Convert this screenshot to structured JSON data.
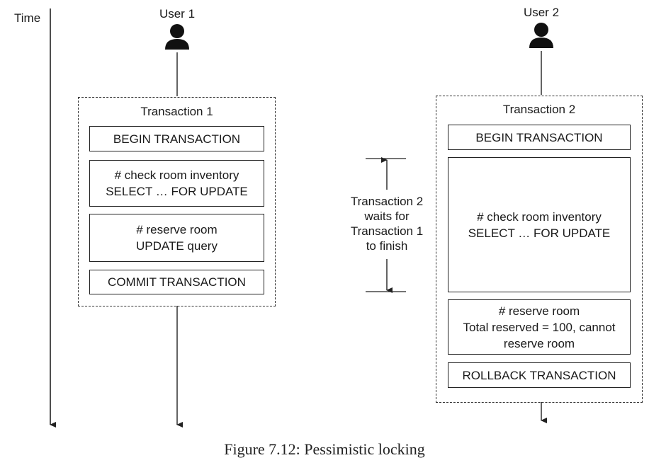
{
  "time_label": "Time",
  "user1": {
    "label": "User 1",
    "icon": "person-icon",
    "transaction_title": "Transaction 1",
    "steps": [
      [
        "BEGIN TRANSACTION"
      ],
      [
        "# check room inventory",
        "SELECT … FOR UPDATE"
      ],
      [
        "# reserve room",
        "UPDATE query"
      ],
      [
        "COMMIT TRANSACTION"
      ]
    ]
  },
  "user2": {
    "label": "User 2",
    "icon": "person-icon",
    "transaction_title": "Transaction 2",
    "steps": [
      [
        "BEGIN TRANSACTION"
      ],
      [
        "# check room inventory",
        "SELECT … FOR UPDATE"
      ],
      [
        "# reserve room",
        "Total reserved = 100, cannot",
        "reserve room"
      ],
      [
        "ROLLBACK TRANSACTION"
      ]
    ]
  },
  "wait_note": [
    "Transaction 2",
    "waits for",
    "Transaction 1",
    "to finish"
  ],
  "caption": "Figure 7.12: Pessimistic locking"
}
